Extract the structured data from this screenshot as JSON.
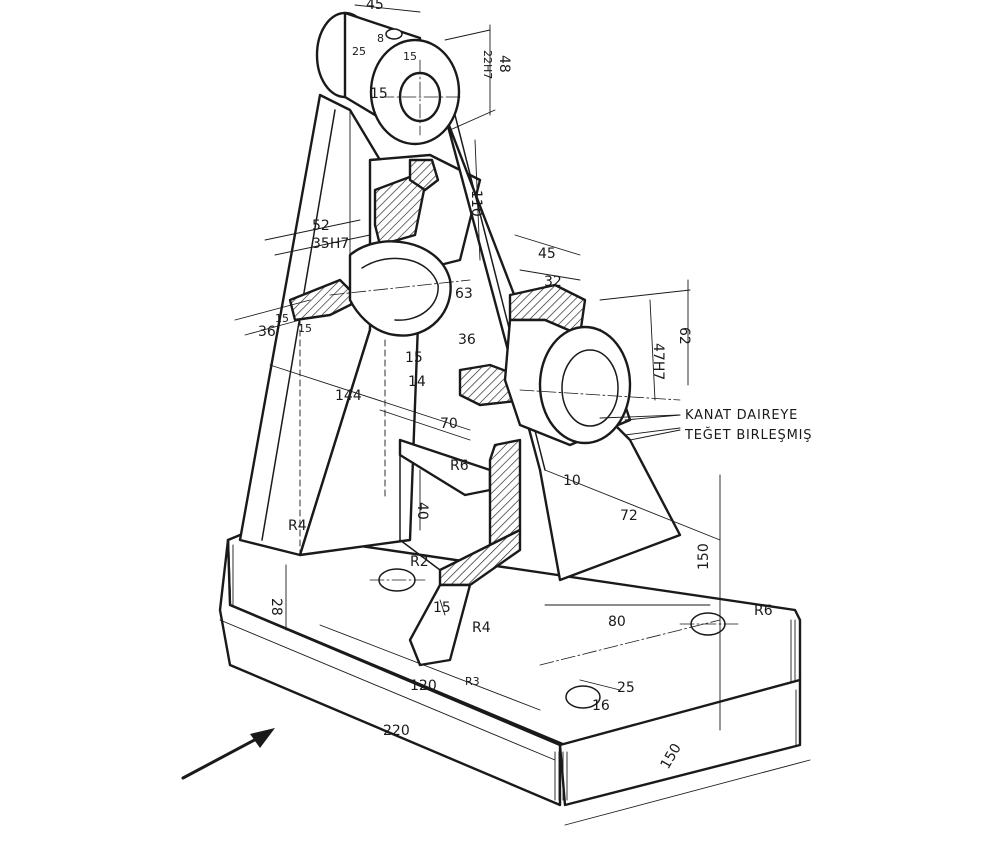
{
  "drawing": {
    "note_line1": "KANAT DAIREYE",
    "note_line2": "TEĞET BIRLEŞMIŞ",
    "dimensions": {
      "top_width": "45",
      "top_small_a": "25",
      "top_small_b": "8",
      "top_small_c": "15",
      "top_small_d": "15",
      "top_bore": "22H7",
      "top_height": "48",
      "column_height": "110",
      "mid_outer": "52",
      "mid_bore": "35H7",
      "mid_63": "63",
      "mid_36_left": "36",
      "mid_15_a": "15",
      "mid_15_b": "15",
      "mid_15_c": "15",
      "mid_14": "14",
      "mid_144": "144",
      "mid_70": "70",
      "mid_R6": "R6",
      "mid_40": "40",
      "right_45": "45",
      "right_32": "32",
      "right_36": "36",
      "right_bore": "47H7",
      "right_height": "62",
      "right_10": "10",
      "right_72": "72",
      "base_R4_top": "R4",
      "base_R2": "R2",
      "base_28": "28",
      "base_15": "15",
      "base_R4": "R4",
      "base_120": "120",
      "base_R3": "R3",
      "base_220": "220",
      "base_80": "80",
      "base_150_v": "150",
      "base_R6": "R6",
      "base_25": "25",
      "base_16": "16",
      "base_150": "150"
    }
  }
}
